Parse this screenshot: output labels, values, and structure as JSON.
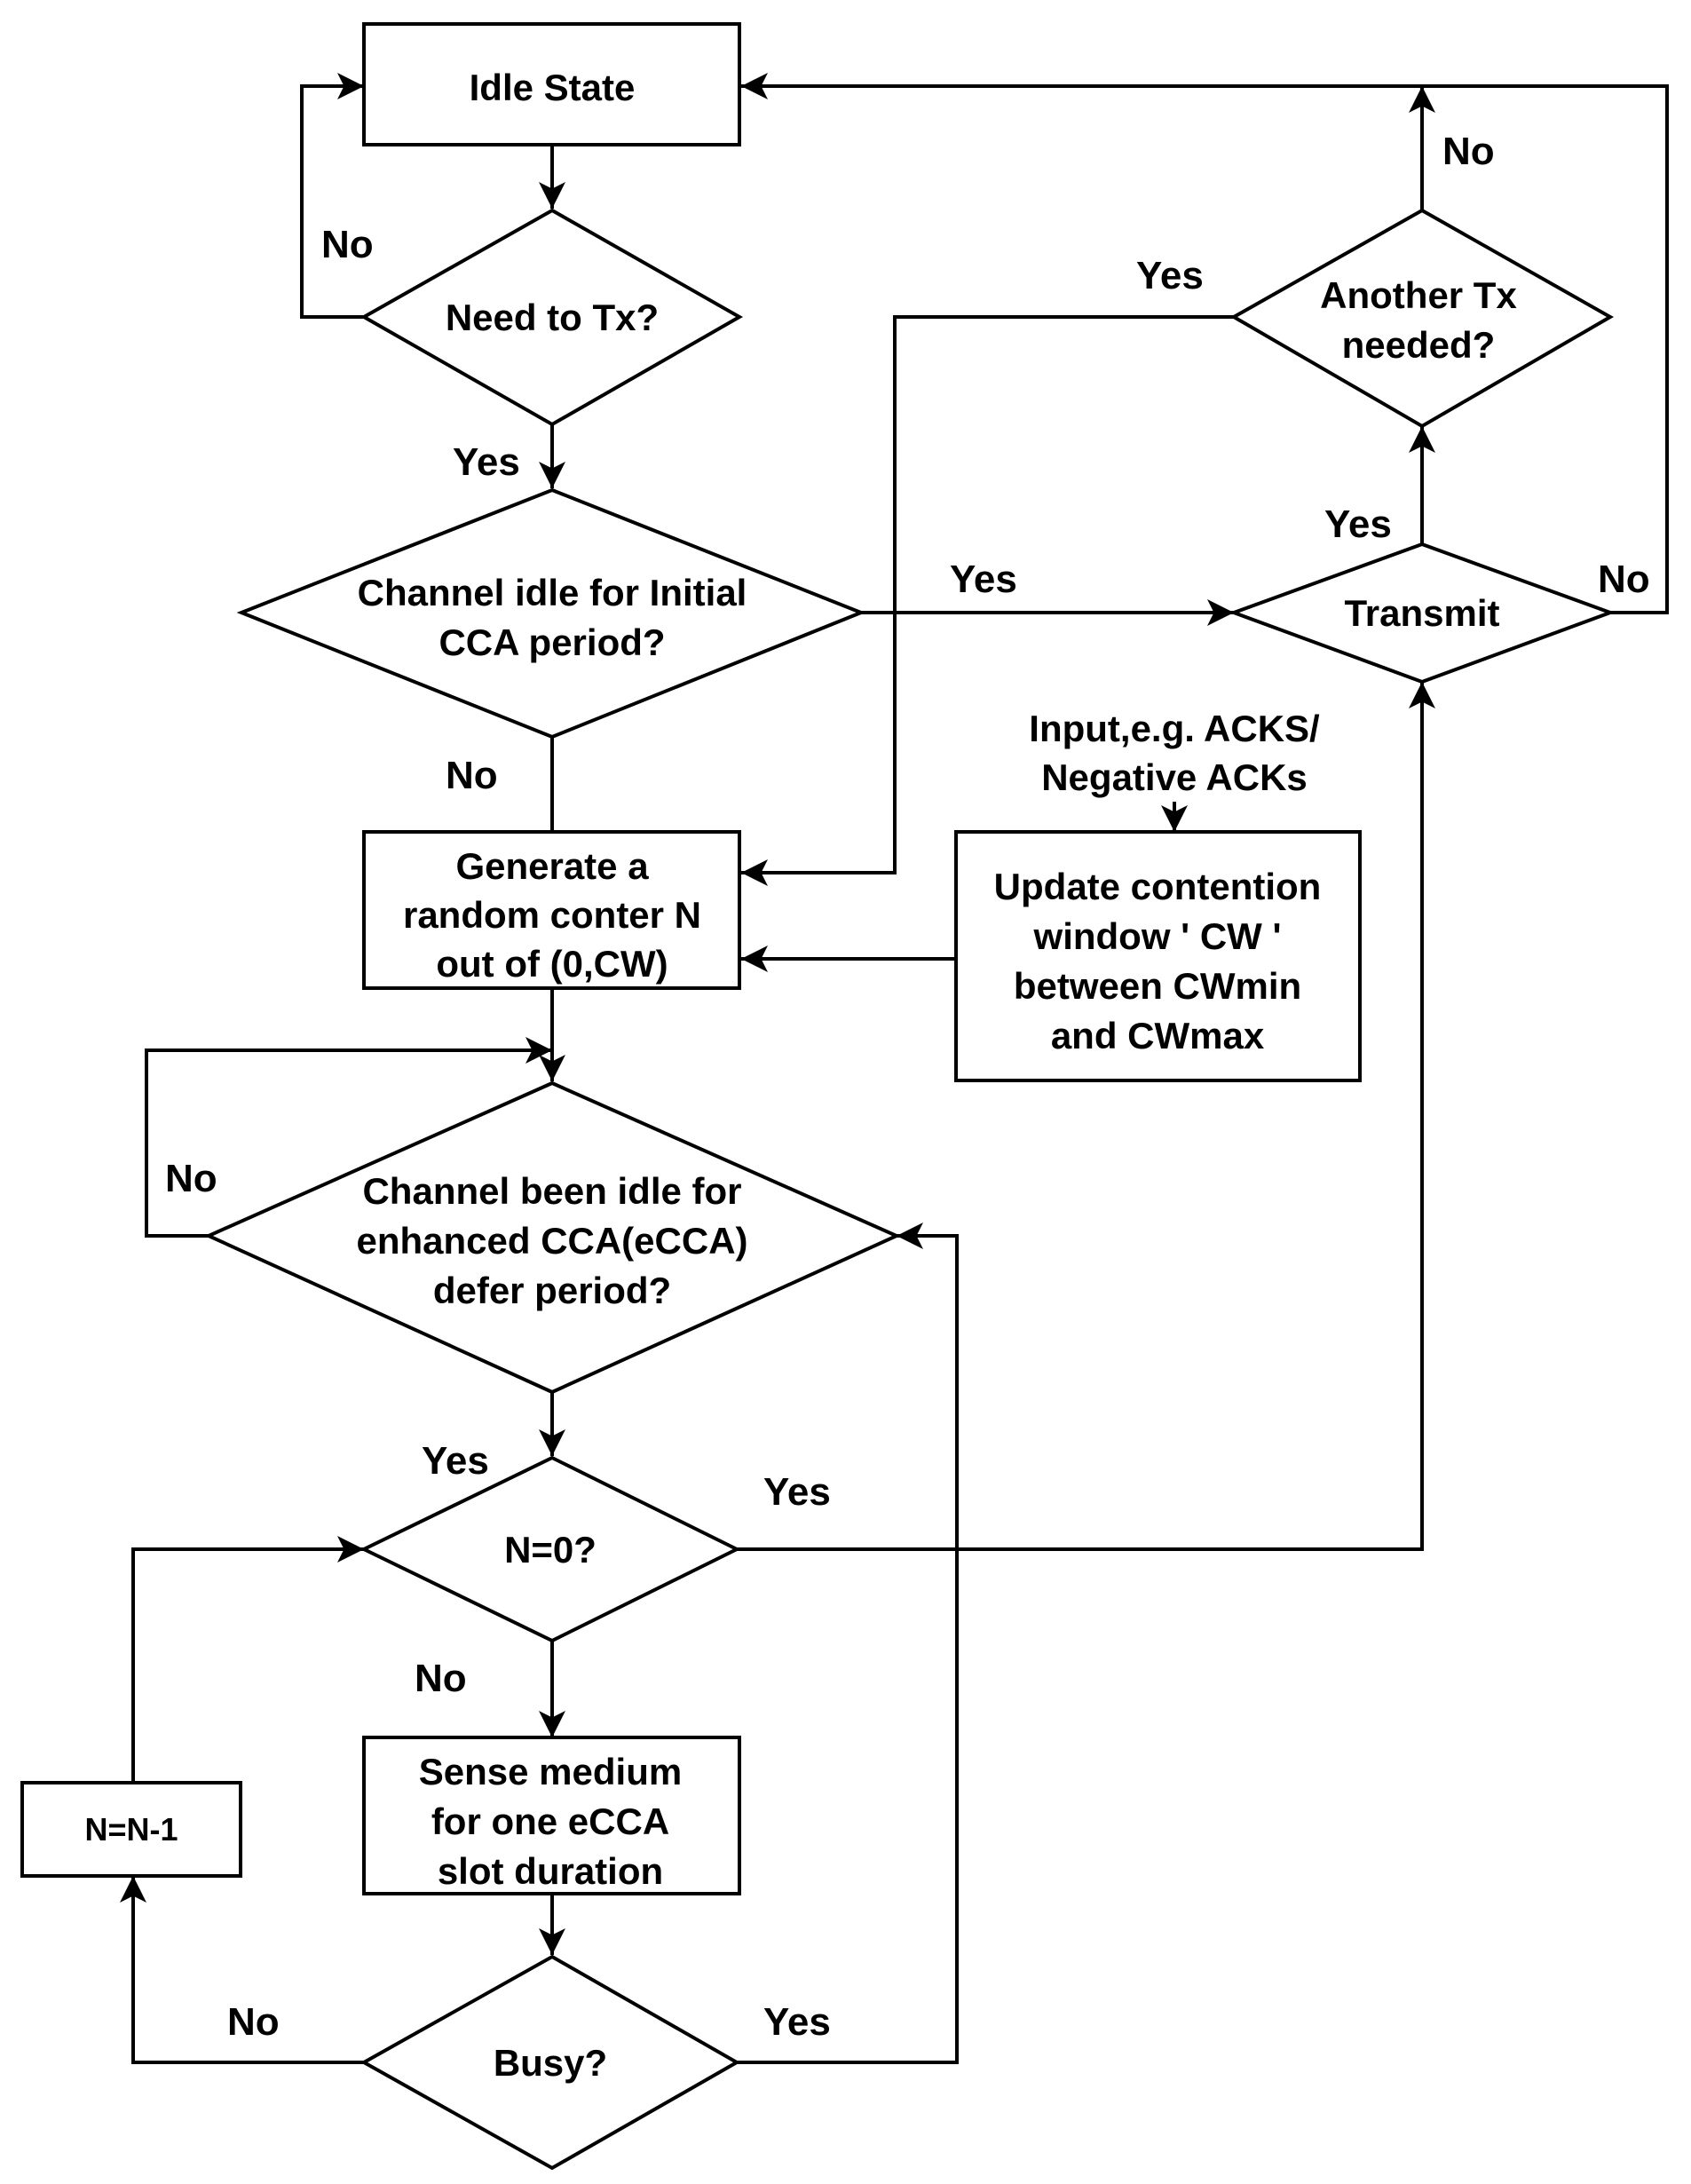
{
  "nodes": {
    "idle_state": {
      "lines": [
        "Idle State"
      ]
    },
    "need_tx": {
      "lines": [
        "Need to Tx?"
      ]
    },
    "channel_idle_initial": {
      "lines": [
        "Channel idle for Initial",
        "CCA  period?"
      ]
    },
    "transmit": {
      "lines": [
        "Transmit"
      ]
    },
    "another_tx": {
      "lines": [
        "Another Tx",
        "needed?"
      ]
    },
    "generate_counter": {
      "lines": [
        "Generate a",
        "random conter N",
        "out of (0,CW)"
      ]
    },
    "update_cw": {
      "lines": [
        "Update contention",
        "window ' CW '",
        "between  CWmin",
        "and CWmax"
      ]
    },
    "input_note": {
      "lines": [
        "Input,e.g. ACKS/",
        "Negative ACKs"
      ]
    },
    "channel_idle_ecca": {
      "lines": [
        "Channel been idle for",
        "enhanced CCA(eCCA)",
        "defer period?"
      ]
    },
    "n_zero": {
      "lines": [
        "N=0?"
      ]
    },
    "sense_medium": {
      "lines": [
        "Sense medium",
        "for one eCCA",
        "slot duration"
      ]
    },
    "decrement": {
      "lines": [
        "N=N-1"
      ]
    },
    "busy": {
      "lines": [
        "Busy?"
      ]
    }
  },
  "edge_labels": {
    "need_tx_no": "No",
    "need_tx_yes": "Yes",
    "initial_cca_yes": "Yes",
    "initial_cca_no": "No",
    "transmit_yes": "Yes",
    "transmit_no": "No",
    "another_tx_no": "No",
    "another_tx_yes": "Yes",
    "ecca_no": "No",
    "ecca_yes": "Yes",
    "n_zero_yes": "Yes",
    "n_zero_no": "No",
    "busy_no": "No",
    "busy_yes": "Yes"
  }
}
